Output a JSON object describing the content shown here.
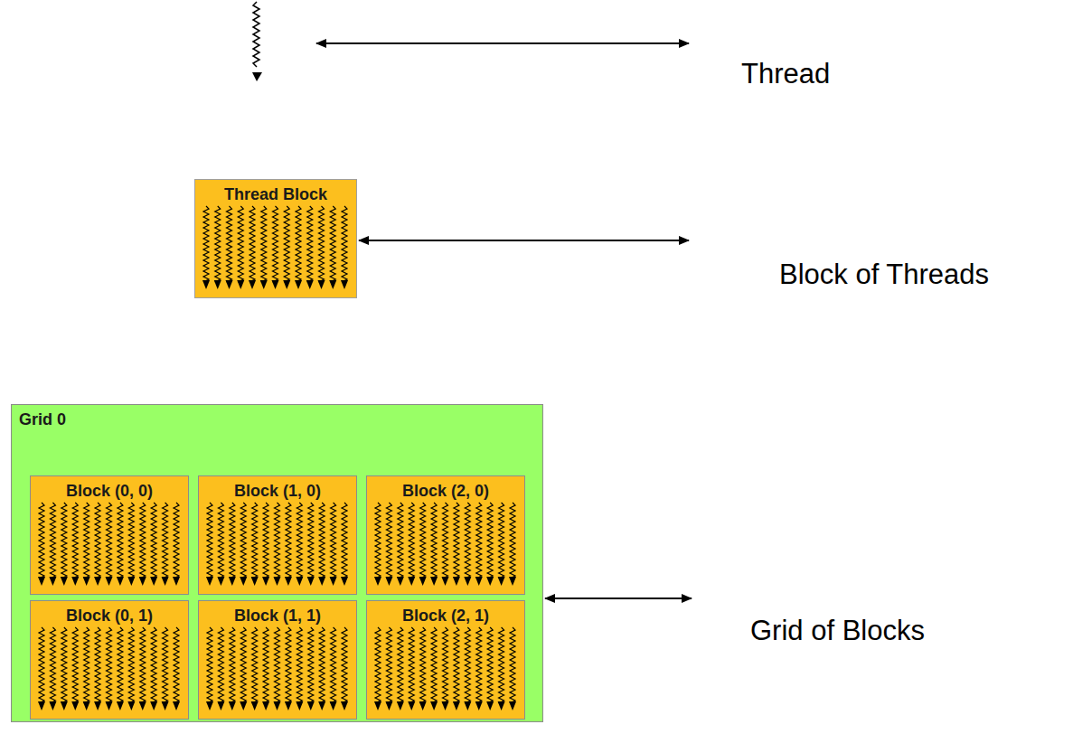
{
  "diagram": {
    "nodes": [
      {
        "text": [
          "Thread Block"
        ]
      },
      {
        "text": [
          "Grid 0"
        ]
      },
      {
        "text": [
          "Block (0, 0)"
        ],
        "in": 1
      },
      {
        "text": [
          "Block (1, 0)"
        ],
        "in": 1
      },
      {
        "text": [
          "Block (2, 0)"
        ],
        "in": 1
      },
      {
        "text": [
          "Block (0, 1)"
        ],
        "in": 1
      },
      {
        "text": [
          "Block (1, 1)"
        ],
        "in": 1
      },
      {
        "text": [
          "Block (2, 1)"
        ],
        "in": 1
      }
    ],
    "labels": [
      "Thread",
      "Block of Threads",
      "Grid of Blocks"
    ]
  }
}
